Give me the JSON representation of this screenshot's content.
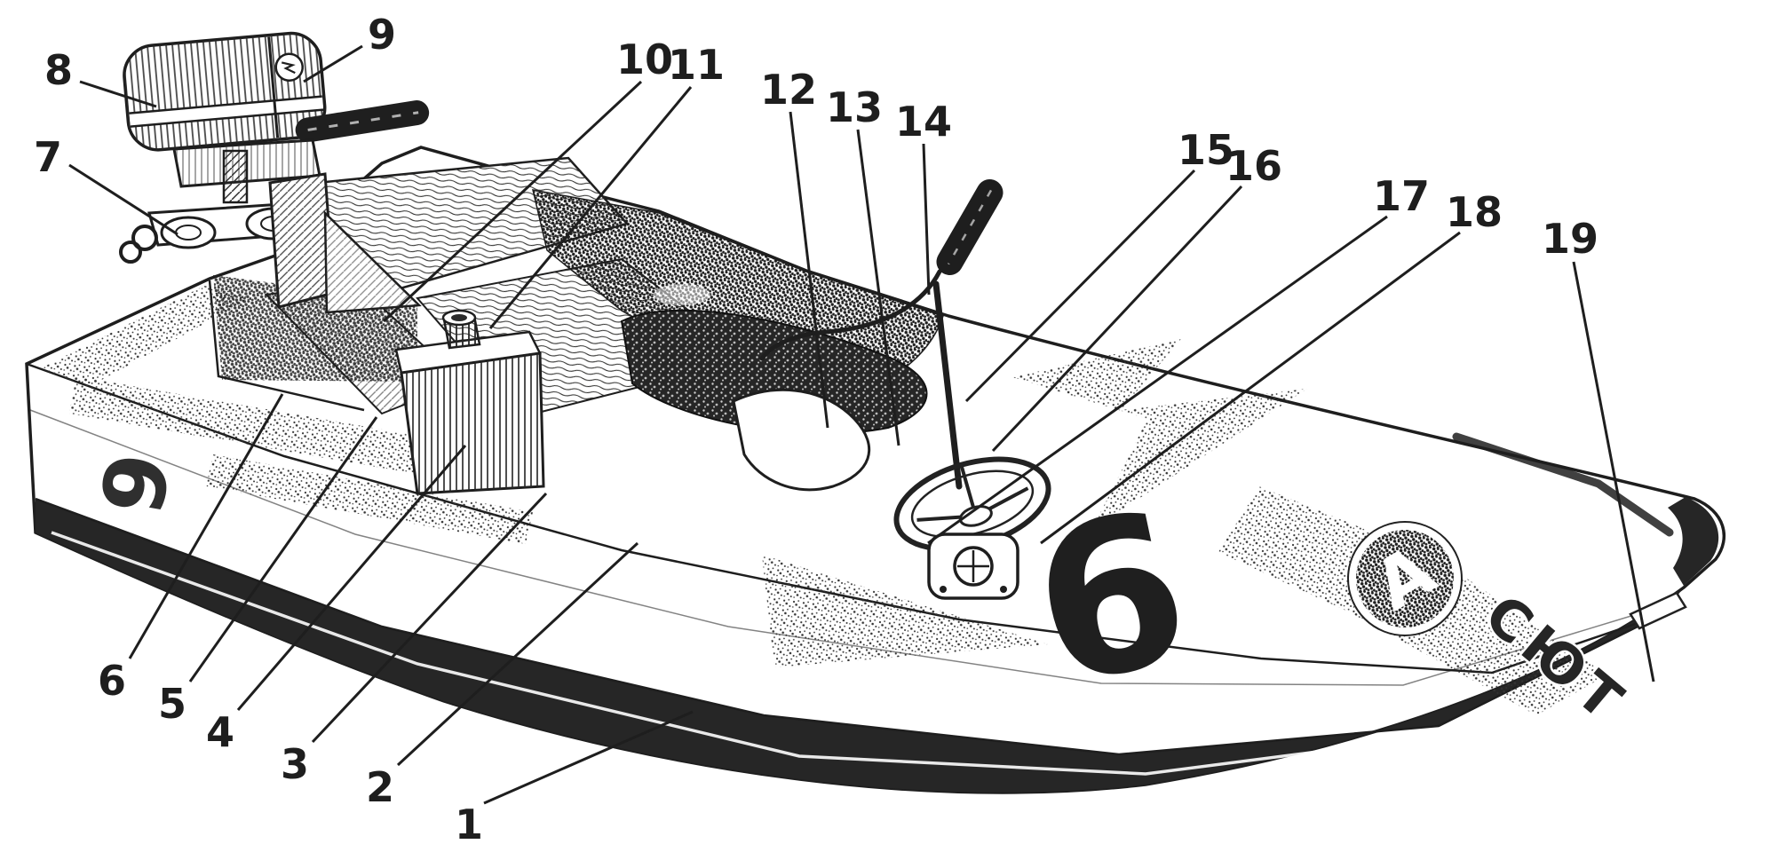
{
  "figure": {
    "description": "Cutaway halftone illustration of a single-seat racing motorboat with an outboard motor; components are marked with numbered leader-line callouts.",
    "style": "black-and-white line art / halftone print",
    "paper_color": "#ffffff",
    "ink_color": "#1e1e1e"
  },
  "markings": {
    "side_race_number": "6",
    "deck_race_number": "6",
    "emblem_letter": "A",
    "bow_lettering": "СЮТ"
  },
  "callouts": [
    {
      "label": "1"
    },
    {
      "label": "2"
    },
    {
      "label": "3"
    },
    {
      "label": "4"
    },
    {
      "label": "5"
    },
    {
      "label": "6"
    },
    {
      "label": "7"
    },
    {
      "label": "8"
    },
    {
      "label": "9"
    },
    {
      "label": "10"
    },
    {
      "label": "11"
    },
    {
      "label": "12"
    },
    {
      "label": "13"
    },
    {
      "label": "14"
    },
    {
      "label": "15"
    },
    {
      "label": "16"
    },
    {
      "label": "17"
    },
    {
      "label": "18"
    },
    {
      "label": "19"
    }
  ]
}
